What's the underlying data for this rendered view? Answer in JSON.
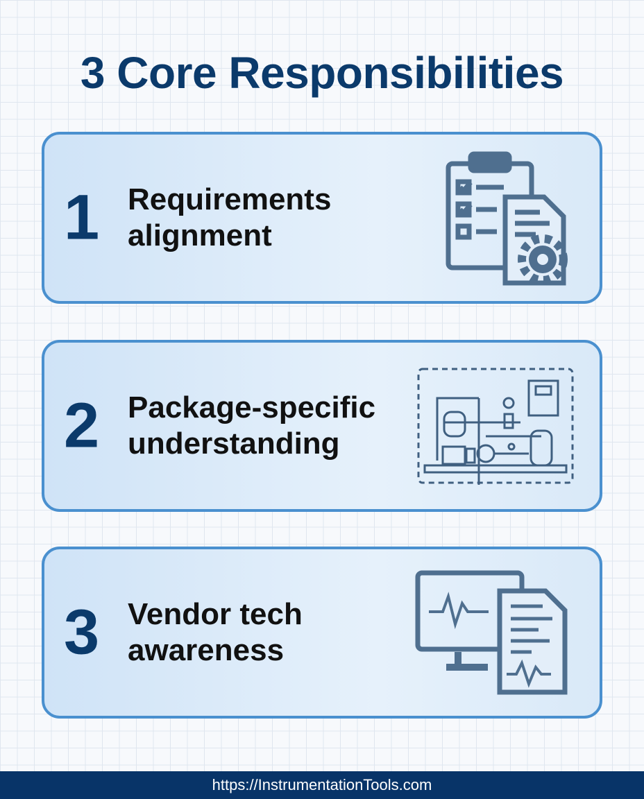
{
  "title": "3 Core Responsibilities",
  "items": [
    {
      "number": "1",
      "line1": "Requirements",
      "line2": "alignment",
      "icon": "clipboard-checklist-gear-icon"
    },
    {
      "number": "2",
      "line1": "Package-specific",
      "line2": "understanding",
      "icon": "pump-skid-package-icon"
    },
    {
      "number": "3",
      "line1": "Vendor tech",
      "line2": "awareness",
      "icon": "monitor-document-waveform-icon"
    }
  ],
  "footer": "https://InstrumentationTools.com",
  "colors": {
    "primary": "#0b3a6b",
    "border": "#4a90cf",
    "icon": "#4f6f8f"
  }
}
